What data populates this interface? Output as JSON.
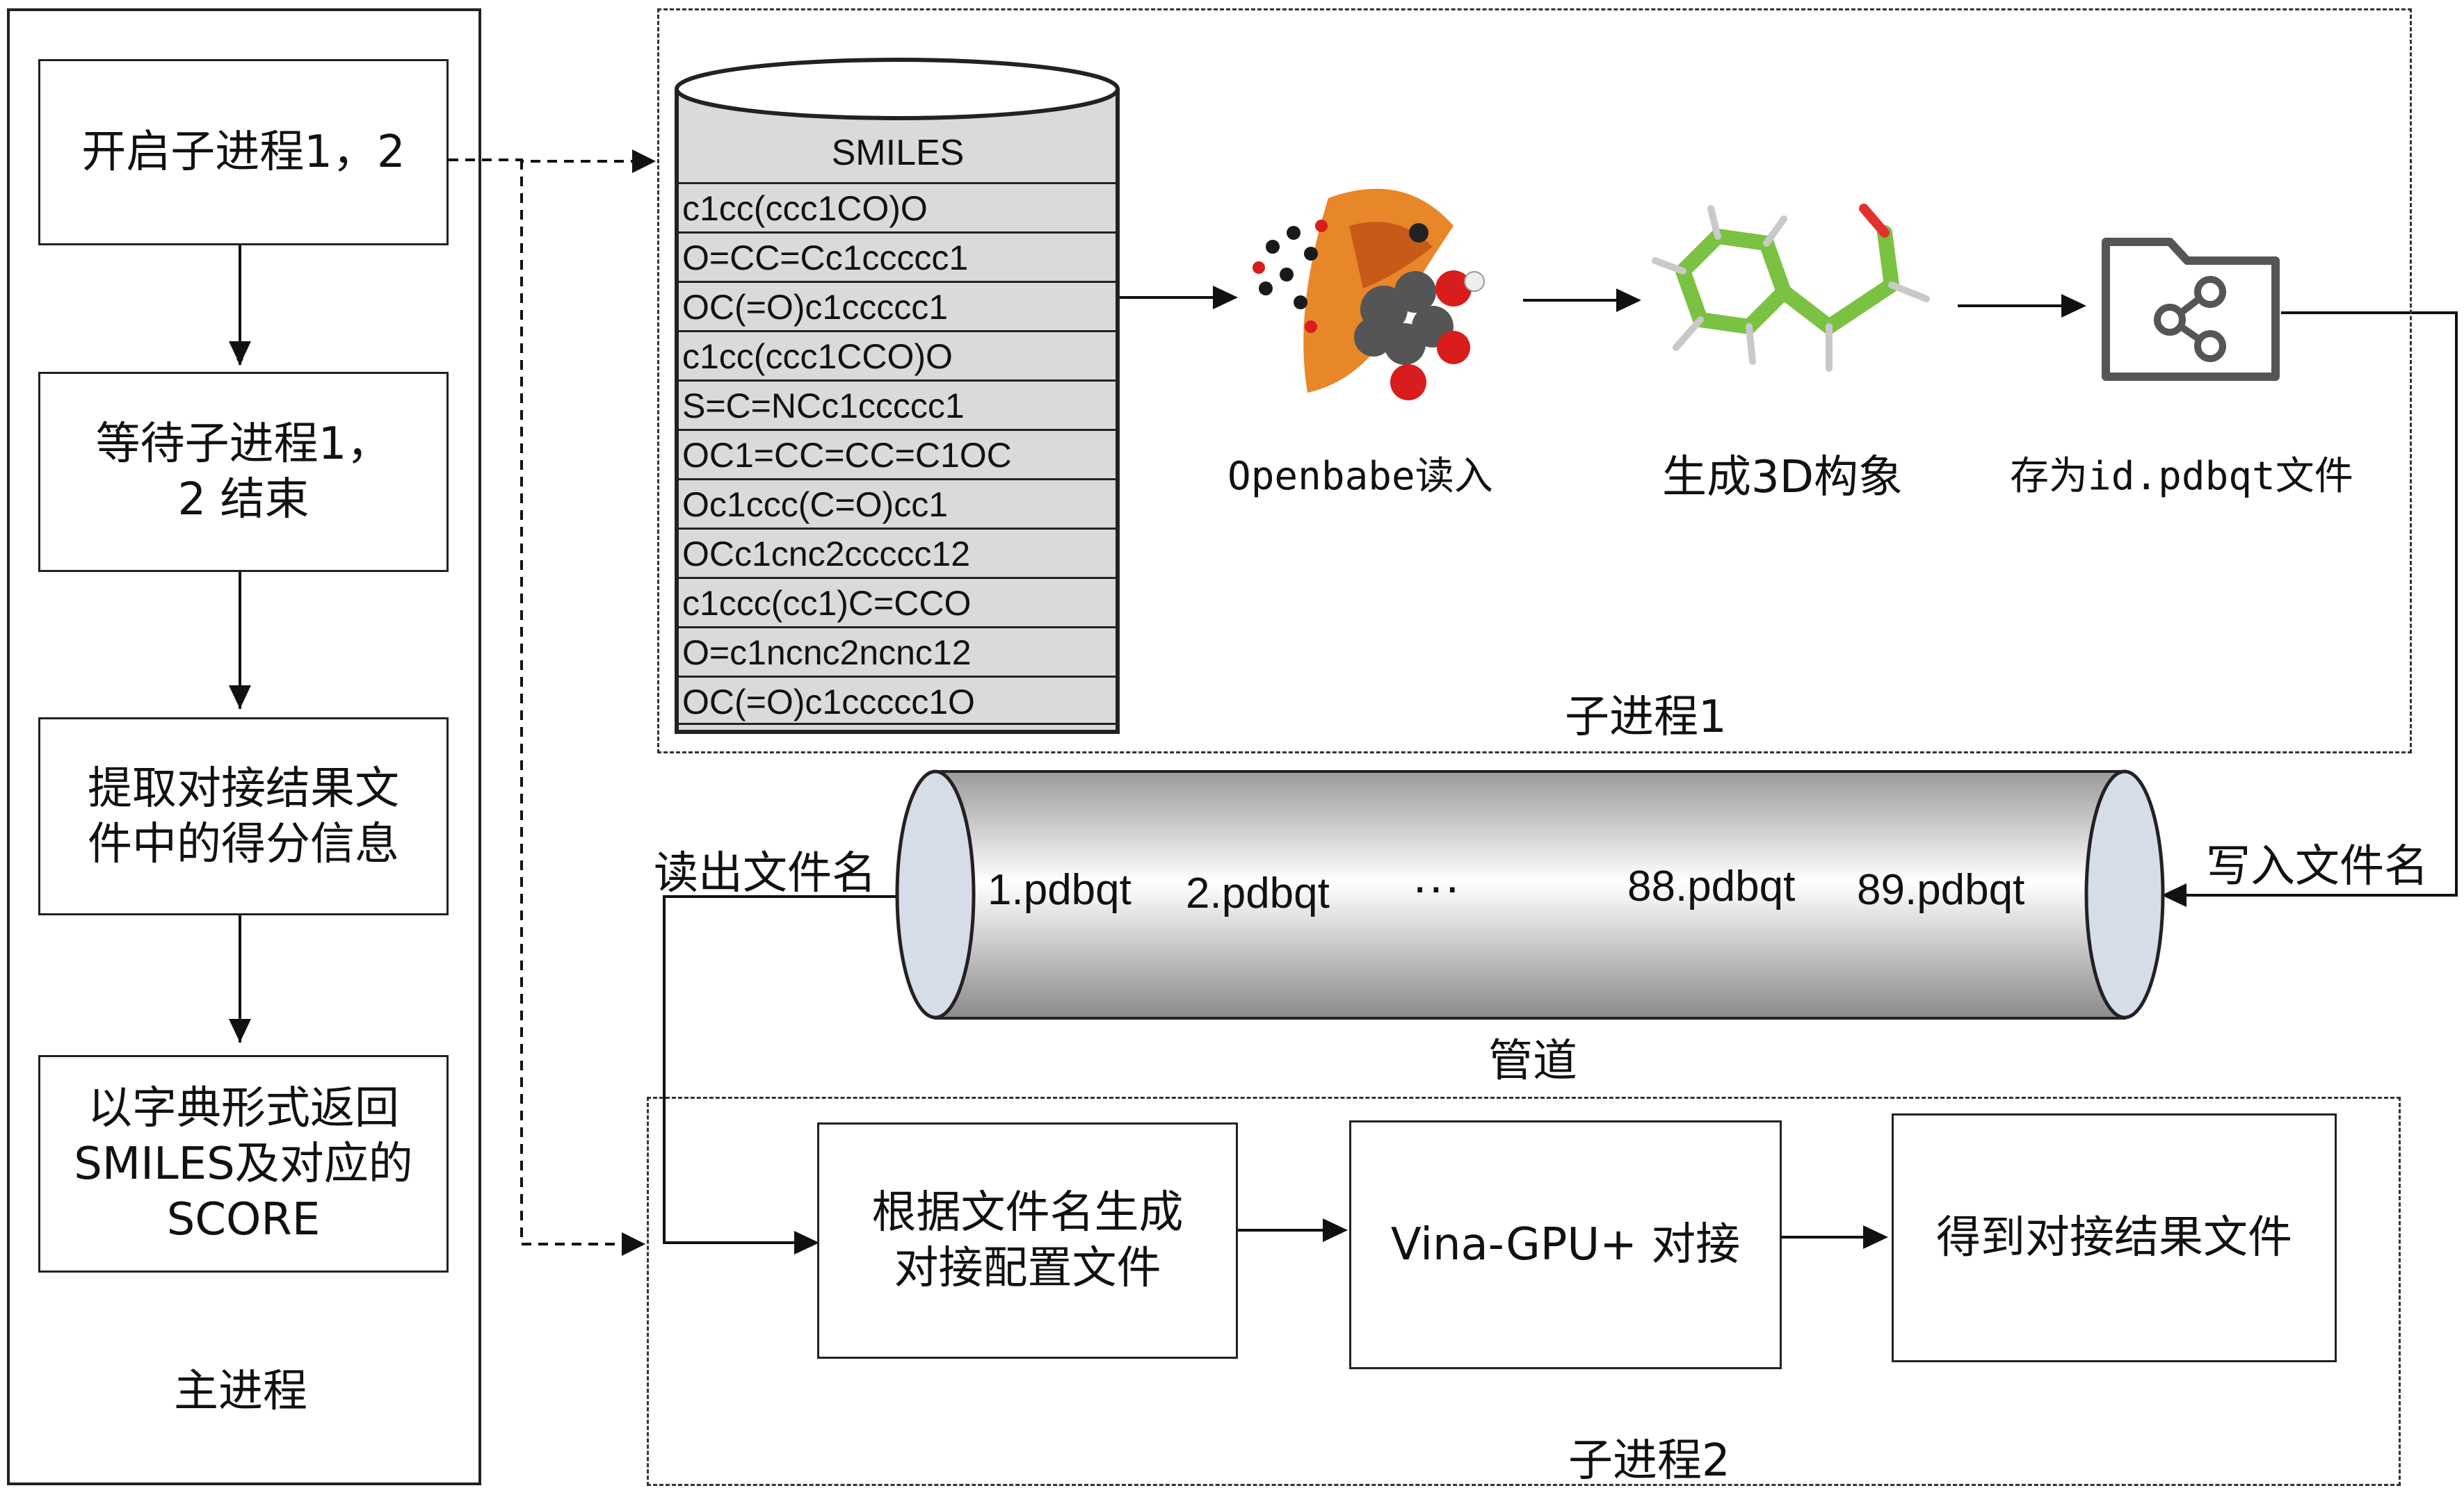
{
  "main_process": {
    "label": "主进程",
    "steps": [
      "开启子进程1，2",
      "等待子进程1，2 结束",
      "提取对接结果文件中的得分信息",
      "以字典形式返回 SMILES及对应的 SCORE"
    ]
  },
  "subprocess1": {
    "label": "子进程1",
    "db_header": "SMILES",
    "smiles": [
      "c1cc(ccc1CO)O",
      "O=CC=Cc1ccccc1",
      "OC(=O)c1ccccc1",
      "c1cc(ccc1CCO)O",
      "S=C=NCc1ccccc1",
      "OC1=CC=CC=C1OC",
      "Oc1ccc(C=O)cc1",
      "OCc1cnc2ccccc12",
      "c1ccc(cc1)C=CCO",
      "O=c1ncnc2ncnc12",
      "OC(=O)c1ccccc1O"
    ],
    "step_openbabel": "Openbabe读入",
    "step_3d": "生成3D构象",
    "step_save": "存为id.pdbqt文件"
  },
  "pipe": {
    "label": "管道",
    "read_label": "读出文件名",
    "write_label": "写入文件名",
    "items": [
      "1.pdbqt",
      "2.pdbqt",
      "···",
      "88.pdbqt",
      "89.pdbqt"
    ]
  },
  "subprocess2": {
    "label": "子进程2",
    "steps": [
      "根据文件名生成 对接配置文件",
      "Vina-GPU+ 对接",
      "得到对接结果文件"
    ]
  },
  "icons": [
    "database-icon",
    "openbabel-molecule-icon",
    "3d-molecule-icon",
    "folder-share-icon"
  ]
}
